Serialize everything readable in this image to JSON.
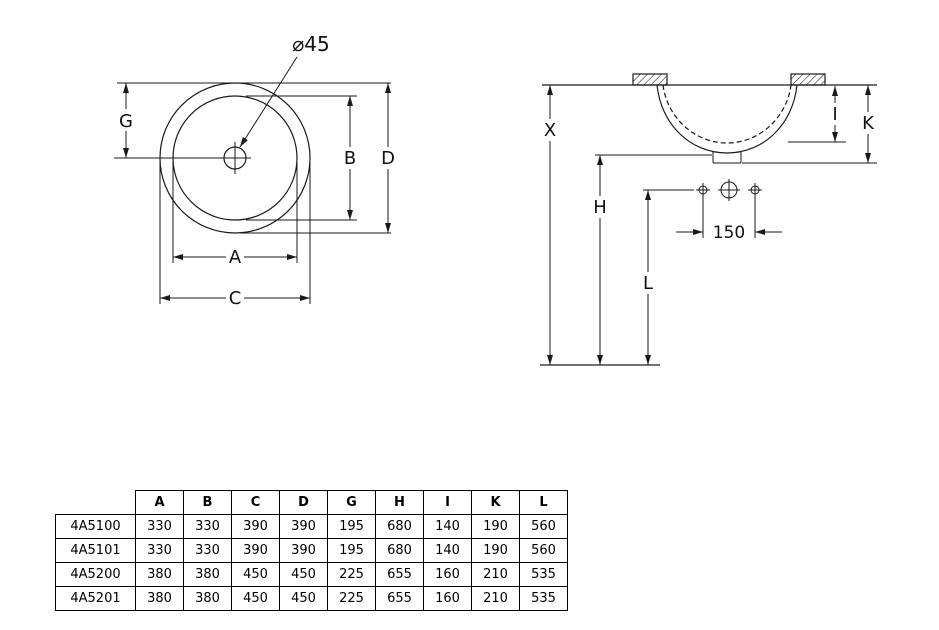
{
  "page": {
    "background": "#ffffff",
    "line_color": "#1a1a1a"
  },
  "top_view": {
    "drain_label": "⌀45",
    "labels": {
      "g": "G",
      "b": "B",
      "d": "D",
      "a": "A",
      "c": "C"
    }
  },
  "side_view": {
    "labels": {
      "x": "X",
      "h": "H",
      "i": "I",
      "k": "K",
      "l": "L"
    },
    "tap_hole_spacing": "150"
  },
  "table": {
    "columns": [
      "A",
      "B",
      "C",
      "D",
      "G",
      "H",
      "I",
      "K",
      "L"
    ],
    "rows": [
      {
        "model": "4A5100",
        "values": [
          "330",
          "330",
          "390",
          "390",
          "195",
          "680",
          "140",
          "190",
          "560"
        ]
      },
      {
        "model": "4A5101",
        "values": [
          "330",
          "330",
          "390",
          "390",
          "195",
          "680",
          "140",
          "190",
          "560"
        ]
      },
      {
        "model": "4A5200",
        "values": [
          "380",
          "380",
          "450",
          "450",
          "225",
          "655",
          "160",
          "210",
          "535"
        ]
      },
      {
        "model": "4A5201",
        "values": [
          "380",
          "380",
          "450",
          "450",
          "225",
          "655",
          "160",
          "210",
          "535"
        ]
      }
    ]
  }
}
